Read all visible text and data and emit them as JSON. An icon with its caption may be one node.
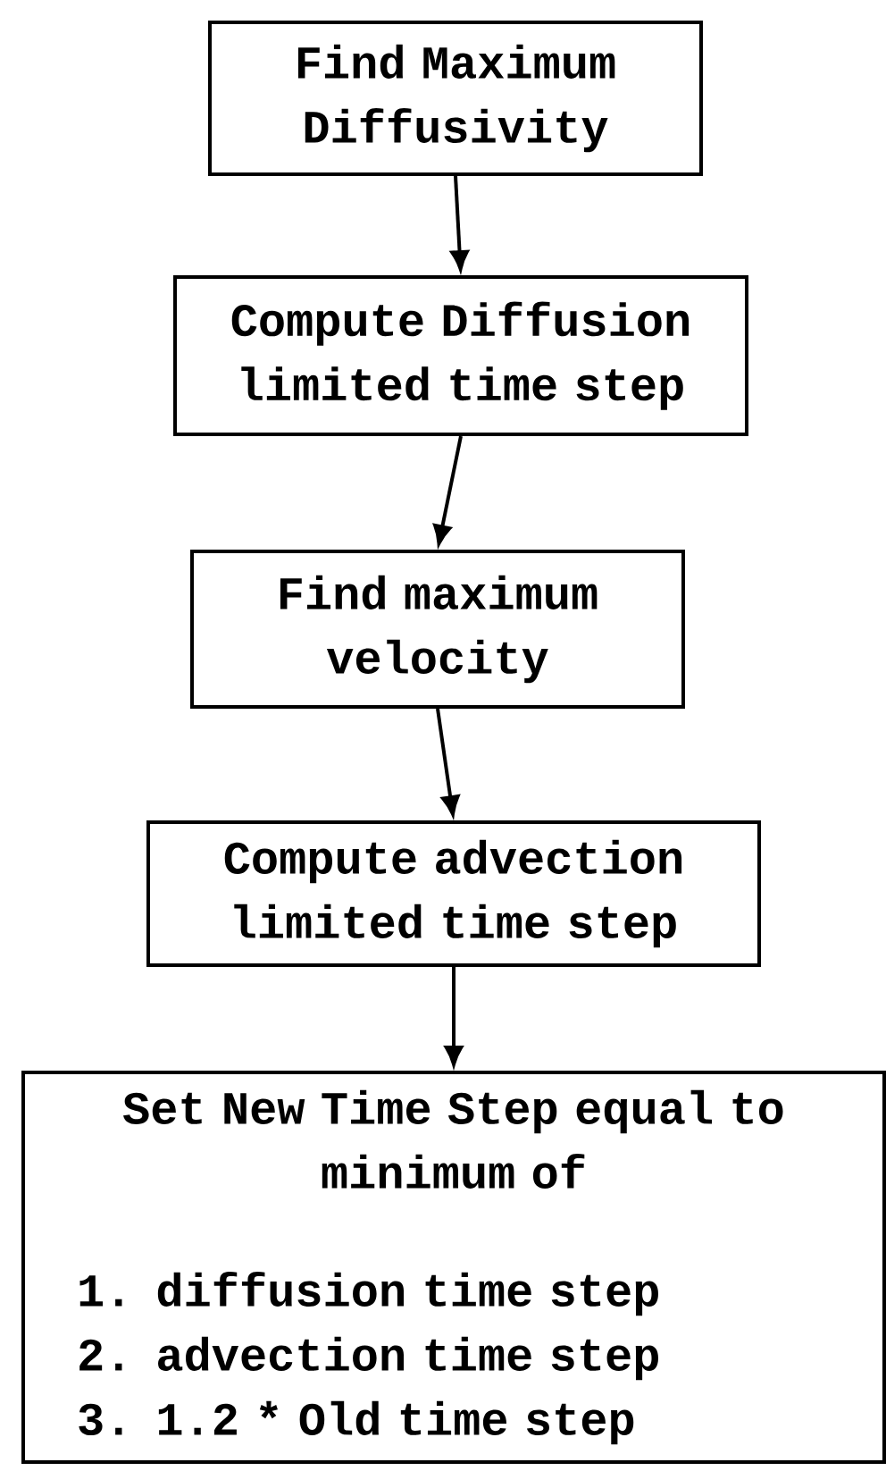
{
  "diagram": {
    "nodes": [
      {
        "text": [
          "Find Maximum Diffusivity"
        ]
      },
      {
        "text": [
          "Compute Diffusion limited time step"
        ]
      },
      {
        "text": [
          "Find maximum velocity"
        ]
      },
      {
        "text": [
          "Compute advection limited time step"
        ]
      },
      {
        "text": [
          "Set New Time Step equal to minimum of",
          "1. diffusion time step",
          "2. advection time step",
          "3. 1.2 * Old time step"
        ]
      }
    ],
    "edges": [
      {
        "from": 0,
        "to": 1,
        "arrow": "to"
      },
      {
        "from": 1,
        "to": 2,
        "arrow": "to"
      },
      {
        "from": 2,
        "to": 3,
        "arrow": "to"
      },
      {
        "from": 3,
        "to": 4,
        "arrow": "to"
      }
    ]
  }
}
